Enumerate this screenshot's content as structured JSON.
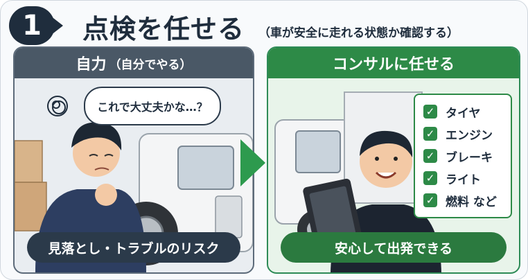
{
  "header": {
    "step_number": "1",
    "title": "点検を任せる",
    "subtitle": "（車が安全に走れる状態か確認する）"
  },
  "left_panel": {
    "heading": "自力",
    "heading_note": "（自分でやる）",
    "bubble_text": "これで大丈夫かな…？",
    "bottom_label": "見落とし・トラブルのリスク"
  },
  "right_panel": {
    "heading": "コンサルに任せる",
    "checklist": [
      {
        "label": "タイヤ"
      },
      {
        "label": "エンジン"
      },
      {
        "label": "ブレーキ"
      },
      {
        "label": "ライト"
      },
      {
        "label": "燃料 など"
      }
    ],
    "bottom_label": "安心して出発できる"
  },
  "colors": {
    "navy": "#1f2d3d",
    "slate": "#4a5866",
    "green": "#2d8a47"
  }
}
